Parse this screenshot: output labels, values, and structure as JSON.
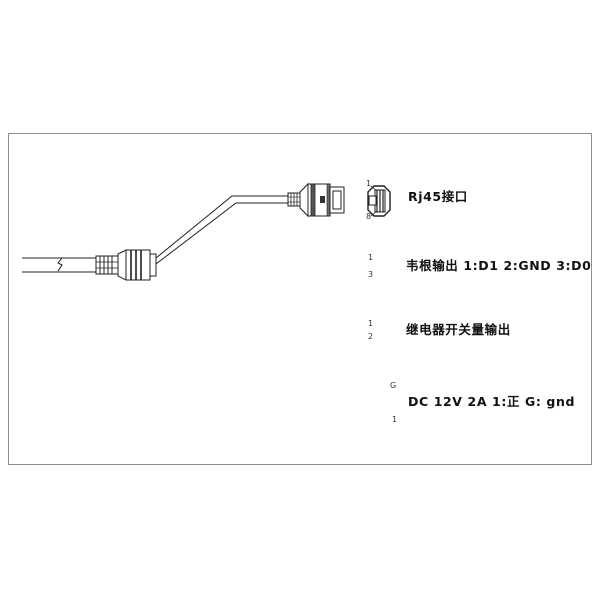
{
  "diagram": {
    "title": "cable-harness-pinout-diagram",
    "background_color": "#ffffff",
    "frame_color": "#8d8d8d",
    "line_color": "#231f20",
    "connectors": [
      {
        "id": "rj45",
        "label": "Rj45接口",
        "icon_name": "rj45-jack-face-icon",
        "pins": [
          "1",
          "8"
        ],
        "pin_top": "1",
        "pin_bottom": "8"
      },
      {
        "id": "wiegand",
        "label": "韦根输出 1:D1 2:GND 3:D0",
        "icon_name": "three-pin-connector-face-icon",
        "pins": [
          "1",
          "3"
        ],
        "pin_top": "1",
        "pin_bottom": "3"
      },
      {
        "id": "relay",
        "label": "继电器开关量输出",
        "icon_name": "two-pin-connector-face-icon",
        "pins": [
          "1",
          "2"
        ],
        "pin_top": "1",
        "pin_bottom": "2"
      },
      {
        "id": "power",
        "label": "DC 12V 2A 1:正 G: gnd",
        "icon_name": "dc-barrel-jack-face-icon",
        "pins": [
          "G",
          "1"
        ],
        "pin_top": "G",
        "pin_bottom": "1"
      }
    ]
  }
}
